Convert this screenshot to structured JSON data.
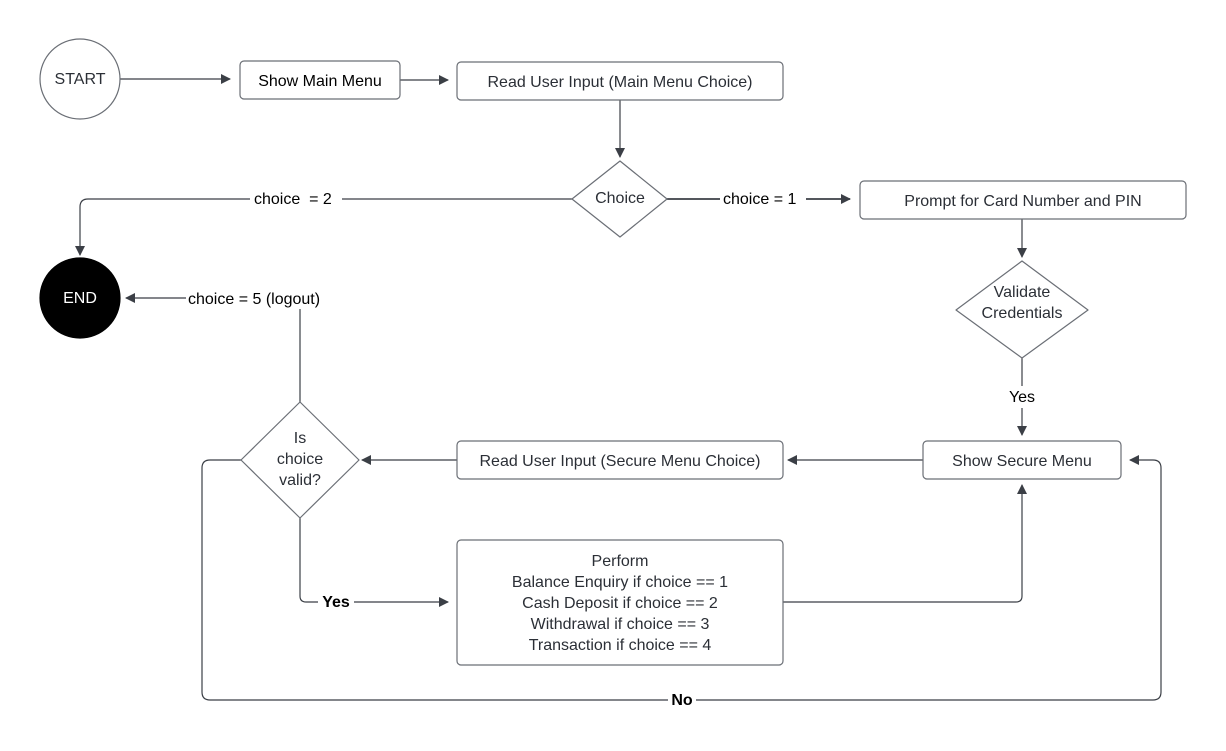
{
  "nodes": {
    "start": "START",
    "end": "END",
    "show_main_menu": "Show Main Menu",
    "read_main_input": "Read User Input (Main Menu Choice)",
    "choice": "Choice",
    "prompt_card_pin": "Prompt for Card Number and PIN",
    "validate": [
      "Validate",
      "Credentials"
    ],
    "show_secure_menu": "Show Secure Menu",
    "read_secure_input": "Read User Input (Secure Menu Choice)",
    "is_choice_valid": [
      "Is",
      "choice",
      "valid?"
    ],
    "perform": [
      "Perform",
      "Balance Enquiry if choice == 1",
      "Cash Deposit if choice == 2",
      "Withdrawal if choice == 3",
      "Transaction if choice == 4"
    ]
  },
  "edges": {
    "choice_2": "choice  = 2",
    "choice_1": "choice = 1",
    "choice_5": "choice = 5 (logout)",
    "validate_yes": "Yes",
    "valid_yes": "Yes",
    "valid_no": "No"
  }
}
